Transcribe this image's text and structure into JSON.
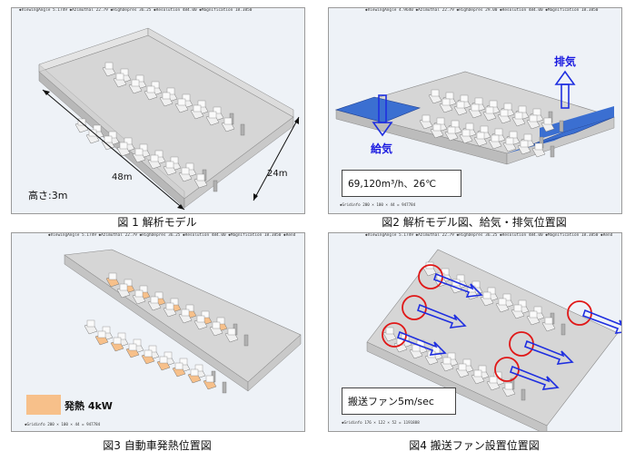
{
  "panels": {
    "fig1": {
      "status": "◆ViewingAngle 5.1749  ◆Azimuthal 22.79  ◆HighDepres 36.25  ◆Resolution 484.00  ◆Magnification 18.3850",
      "dim_length": "48m",
      "dim_width": "24m",
      "height_note": "高さ:3m",
      "caption": "図 1  解析モデル"
    },
    "fig2": {
      "status": "◆ViewingAngle 4.9640  ◆Azimuthal 22.79  ◆HighDepres 29.00  ◆Resolution 484.00  ◆Magnification 18.3850",
      "exhaust_label": "排気",
      "supply_label": "給気",
      "flow_note": "69,120m³/h、26℃",
      "grid": "◆Gridinfo  200 × 100 × 44 = 947784",
      "caption": "図2  解析モデル図、給気・排気位置図"
    },
    "fig3": {
      "status": "◆ViewingAngle 5.1749  ◆Azimuthal 22.79  ◆HighDepres 36.25  ◆Resolution 484.00  ◆Magnification 18.3850  ◆Rend",
      "legend": "発熱  4kW",
      "grid": "◆Gridinfo  200 × 100 × 44 = 947784",
      "caption": "図3  自動車発熱位置図"
    },
    "fig4": {
      "status": "◆ViewingAngle 5.1749  ◆Azimuthal 22.79  ◆HighDepres 36.25  ◆Resolution 484.00  ◆Magnification 18.3850  ◆Rend",
      "legend": "搬送ファン5m/sec",
      "grid": "◆Gridinfo  176 × 122 × 52 = 1191888",
      "caption": "図4  搬送ファン設置位置図"
    }
  },
  "colors": {
    "floor": "#d9d9d9",
    "wall": "#bdbdbd",
    "wall_top": "#e6e6e6",
    "car": "#f0f0f0",
    "heat": "#f7c08a",
    "vent": "#3b6fd1",
    "arrow": "#1f2fe0",
    "fan_circle": "#e01818"
  }
}
